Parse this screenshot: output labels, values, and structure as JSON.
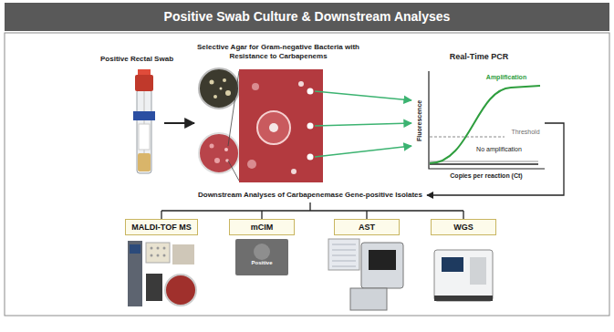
{
  "diagram": {
    "title": "Positive Swab Culture & Downstream Analyses",
    "nodes": [
      {
        "text": [
          "MALDI-TOF MS"
        ]
      },
      {
        "text": [
          "mCIM"
        ]
      },
      {
        "text": [
          "AST"
        ]
      },
      {
        "text": [
          "WGS"
        ]
      }
    ],
    "labels": [
      "Positive Rectal Swab",
      "Selective Agar for Gram-negative Bacteria with Resistance to Carbapenems",
      "Real-Time PCR",
      "Amplification",
      "Threshold",
      "No amplification",
      "Fluorescence",
      "Copies per reaction (Ct)",
      "Downstream Analyses of Carbapenemase Gene-positive Isolates",
      "Positive"
    ]
  }
}
